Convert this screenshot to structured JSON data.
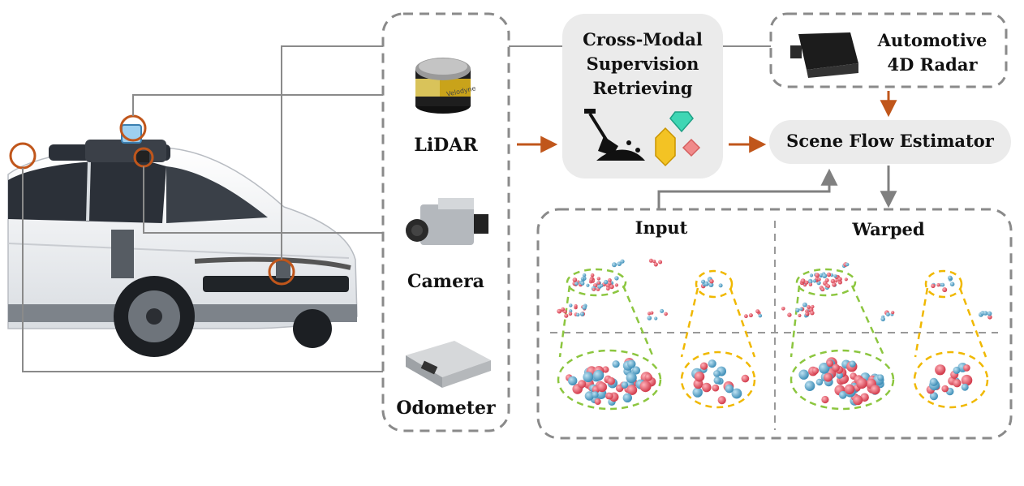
{
  "sensors": {
    "lidar": "LiDAR",
    "camera": "Camera",
    "odometer": "Odometer"
  },
  "supervision": {
    "line1": "Cross-Modal",
    "line2": "Supervision",
    "line3": "Retrieving"
  },
  "radar": {
    "line1": "Automotive",
    "line2": "4D Radar"
  },
  "estimator": "Scene Flow Estimator",
  "panels": {
    "input": "Input",
    "warped": "Warped"
  },
  "lidar_brand": "Velodyne",
  "colors": {
    "accent": "#c0561b",
    "dash": "#8a8a8a",
    "green": "#8cc63f",
    "yellow": "#f0b800",
    "red_point": "#e0505e",
    "blue_point": "#5aa6cc"
  }
}
